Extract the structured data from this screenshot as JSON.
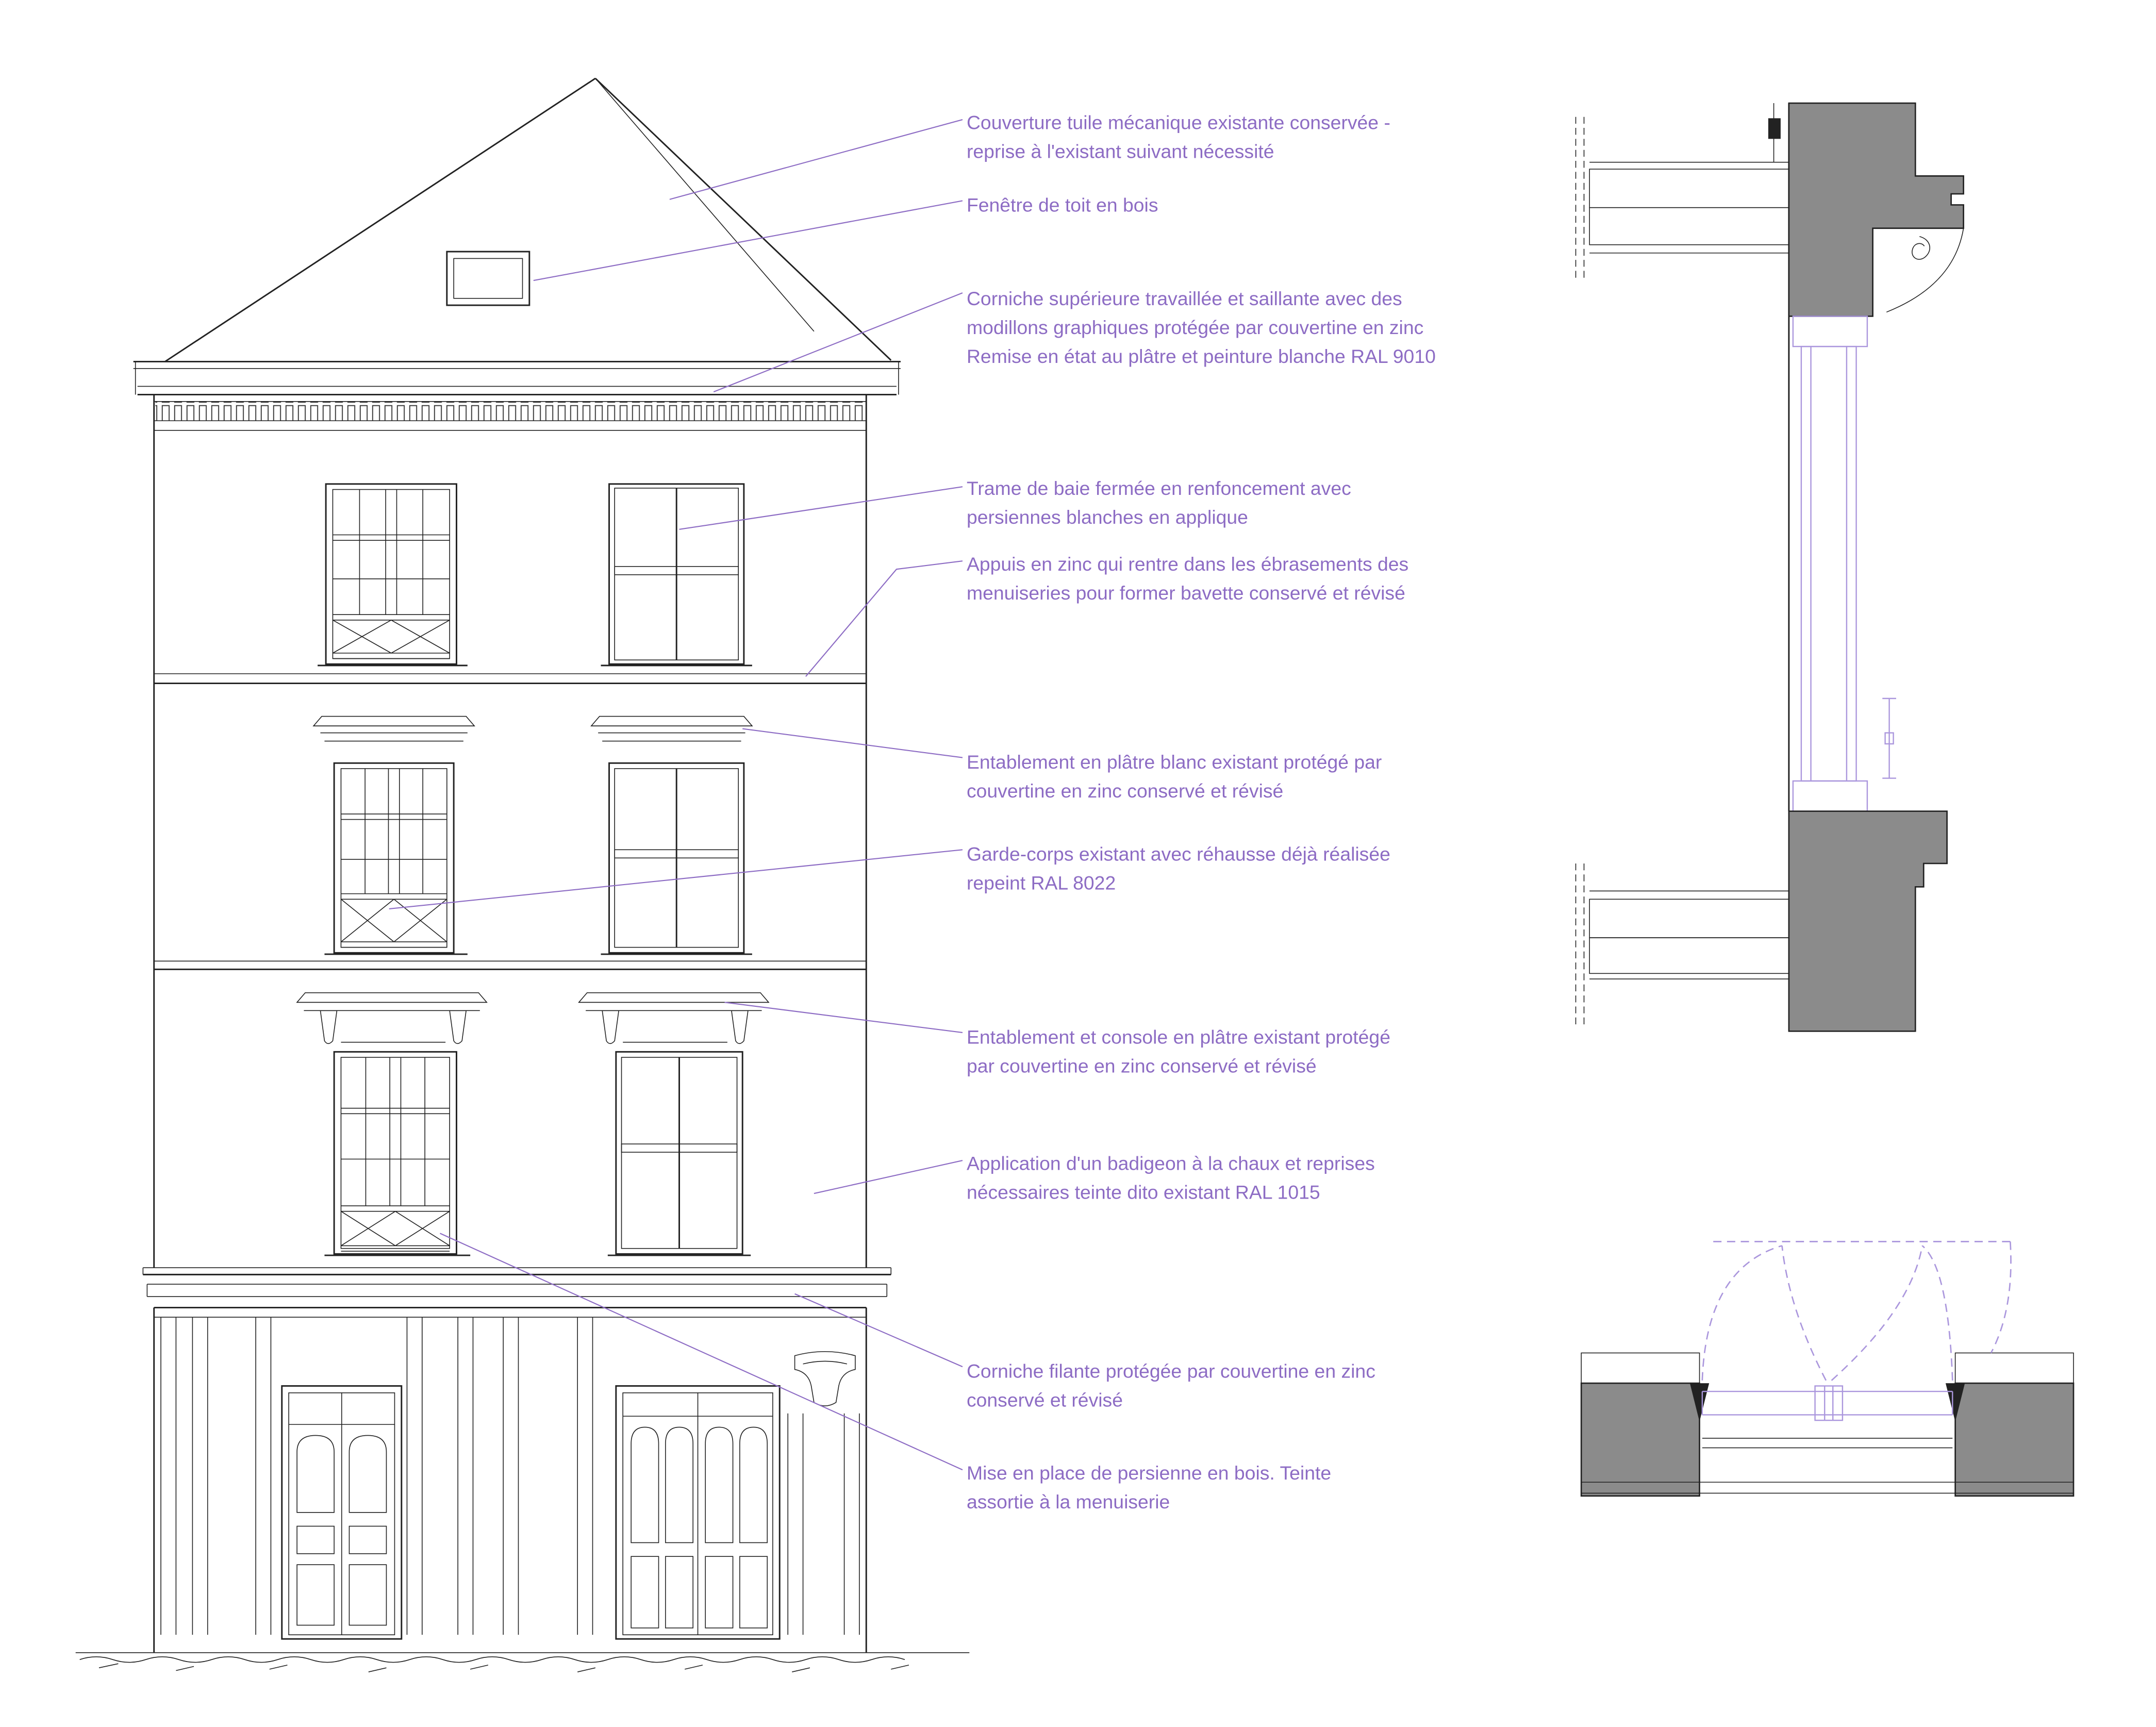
{
  "colors": {
    "annotation_purple": "#8d6cc4",
    "detail_purple": "#ab97dd",
    "line_black": "#222222",
    "gray_fill": "#8b8b8b"
  },
  "annotations": [
    {
      "id": "roof-covering",
      "text": "Couverture tuile mécanique existante conservée -\nreprise à l'existant suivant nécessité"
    },
    {
      "id": "roof-window",
      "text": "Fenêtre de toit en bois"
    },
    {
      "id": "upper-cornice",
      "text": "Corniche supérieure travaillée et saillante avec des\nmodillons graphiques protégée par couvertine en zinc\nRemise en état au plâtre et peinture blanche RAL 9010"
    },
    {
      "id": "bay-frame",
      "text": "Trame de baie fermée en renfoncement avec\npersiennes blanches en applique"
    },
    {
      "id": "zinc-sills",
      "text": "Appuis en zinc qui rentre dans les ébrasements des\nmenuiseries pour former  bavette conservé et révisé"
    },
    {
      "id": "entablature-plaster",
      "text": "Entablement en plâtre blanc existant protégé par\ncouvertine en zinc conservé et révisé"
    },
    {
      "id": "guardrail",
      "text": "Garde-corps existant avec réhausse déjà réalisée\nrepeint RAL 8022"
    },
    {
      "id": "entablature-console",
      "text": "Entablement et console en plâtre existant protégé\npar couvertine en zinc conservé et révisé"
    },
    {
      "id": "limewash",
      "text": "Application d'un badigeon à la chaux et reprises\nnécessaires teinte dito existant RAL 1015"
    },
    {
      "id": "string-cornice",
      "text": "Corniche filante protégée par couvertine en zinc\nconservé et révisé"
    },
    {
      "id": "wood-shutters",
      "text": "Mise en place de persienne en bois. Teinte\nassortie à la menuiserie"
    }
  ]
}
